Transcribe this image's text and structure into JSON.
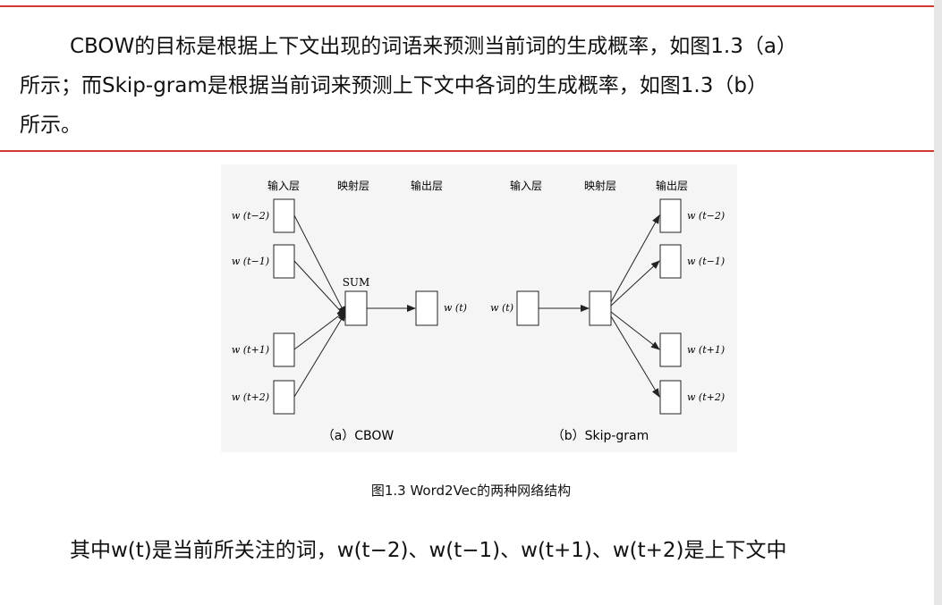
{
  "callout": {
    "line1": "CBOW的目标是根据上下文出现的词语来预测当前词的生成概率，如图1.3（a）",
    "line2": "所示；而Skip-gram是根据当前词来预测上下文中各词的生成概率，如图1.3（b）",
    "line3": "所示。"
  },
  "figure": {
    "cbow": {
      "header_input": "输入层",
      "header_projection": "映射层",
      "header_output": "输出层",
      "inputs": [
        "w (t−2)",
        "w (t−1)",
        "w (t+1)",
        "w (t+2)"
      ],
      "sum_label": "SUM",
      "output": "w (t)",
      "subcaption": "（a）CBOW"
    },
    "skipgram": {
      "header_input": "输入层",
      "header_projection": "映射层",
      "header_output": "输出层",
      "input": "w (t)",
      "outputs": [
        "w (t−2)",
        "w (t−1)",
        "w (t+1)",
        "w (t+2)"
      ],
      "subcaption": "（b）Skip-gram"
    },
    "caption": "图1.3   Word2Vec的两种网络结构"
  },
  "paragraph": {
    "text": "其中w(t)是当前所关注的词，w(t−2)、w(t−1)、w(t+1)、w(t+2)是上下文中"
  },
  "colors": {
    "rule": "#d23a32",
    "figure_bg": "#f5f5f5"
  }
}
